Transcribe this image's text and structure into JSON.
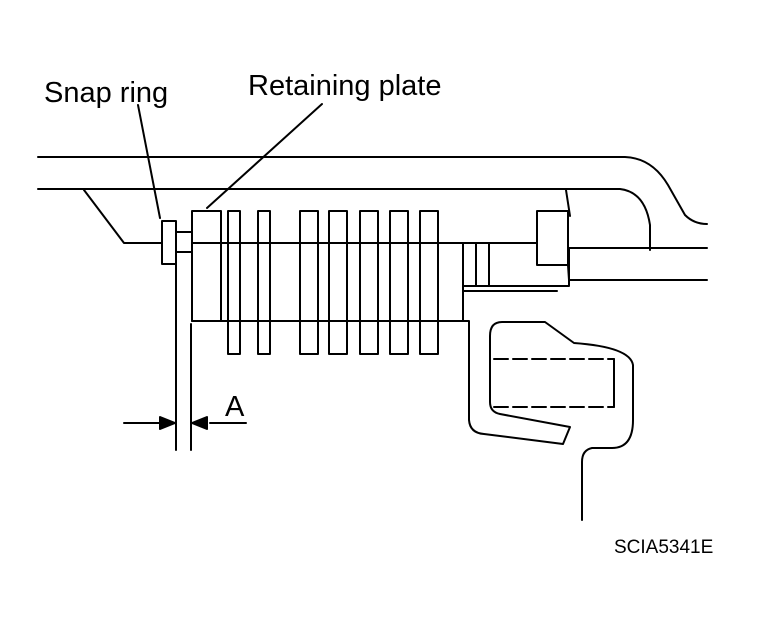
{
  "labels": {
    "snap_ring": "Snap ring",
    "retaining_plate": "Retaining plate",
    "clearance": "A",
    "figure_code": "SCIA5341E"
  },
  "colors": {
    "line": "#000000",
    "background": "#ffffff"
  }
}
